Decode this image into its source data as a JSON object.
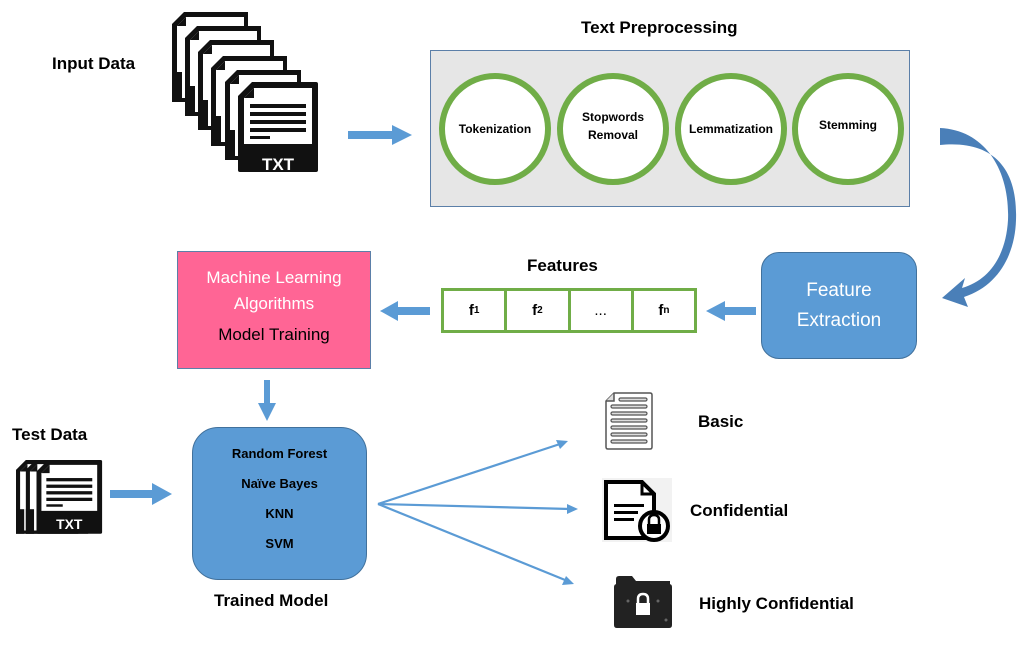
{
  "input": {
    "label": "Input Data",
    "file_icon_text": "TXT",
    "file_count": 6
  },
  "text_preprocessing": {
    "title": "Text Preprocessing",
    "steps": [
      {
        "label": "Tokenization"
      },
      {
        "label": "Stopwords Removal",
        "lines": [
          "Stopwords",
          "Removal"
        ]
      },
      {
        "label": "Lemmatization"
      },
      {
        "label": "Stemming"
      }
    ]
  },
  "feature_extraction": {
    "lines": [
      "Feature",
      "Extraction"
    ]
  },
  "features": {
    "title": "Features",
    "cells": [
      {
        "base": "f",
        "sub": "1"
      },
      {
        "base": "f",
        "sub": "2"
      },
      {
        "base": "...",
        "sub": ""
      },
      {
        "base": "f",
        "sub": "n"
      }
    ]
  },
  "ml_box": {
    "line1": "Machine Learning",
    "line2": "Algorithms",
    "line3": "Model Training"
  },
  "test": {
    "label": "Test Data",
    "file_icon_text": "TXT",
    "file_count": 3
  },
  "trained_model": {
    "label": "Trained Model",
    "algorithms": [
      "Random Forest",
      "Naïve Bayes",
      "KNN",
      "SVM"
    ]
  },
  "outputs": [
    {
      "label": "Basic",
      "icon": "document-icon"
    },
    {
      "label": "Confidential",
      "icon": "locked-document-icon"
    },
    {
      "label": "Highly Confidential",
      "icon": "locked-folder-icon"
    }
  ],
  "colors": {
    "arrow": "#5b9bd5",
    "green_ring": "#70ad47",
    "pink_box": "#ff6595",
    "blue_box": "#5b9bd5",
    "panel_bg": "#e6e6e6"
  }
}
